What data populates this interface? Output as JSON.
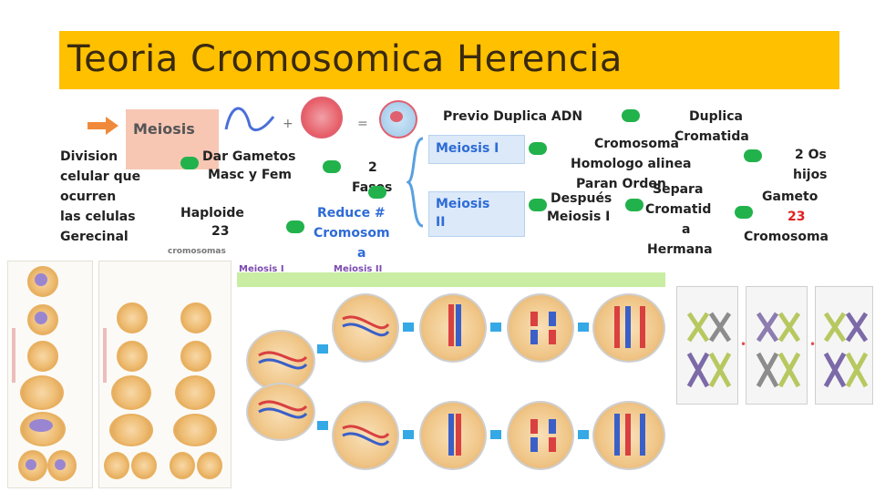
{
  "title": "Teoria Cromosomica Herencia",
  "mind_map": {
    "mitosis_label": "Meiosis",
    "left_desc": [
      "Division",
      "celular que",
      "ocurren",
      "las celulas",
      "Gerecinal"
    ],
    "gametes": [
      "Dar Gametos",
      "Masc y Fem"
    ],
    "phases": [
      "2",
      "Fases"
    ],
    "haploide": [
      "Haploide",
      "23"
    ],
    "haploide_sub": "cromosomas",
    "reduce": [
      "Reduce #",
      "Cromosom",
      "a"
    ],
    "prev": "Previo Duplica ADN",
    "meiosis1": "Meiosis I",
    "meiosis2": [
      "Meiosis",
      "II"
    ],
    "homolog": [
      "Cromosoma",
      "Homologo alinea",
      "Paran Orden"
    ],
    "duplica": [
      "Duplica",
      "Cromatida"
    ],
    "hijos": [
      "2 Os",
      "hijos"
    ],
    "despues": [
      "Después",
      "Meiosis I"
    ],
    "separa": [
      "Separa",
      "Cromatid",
      "a",
      "Hermana"
    ],
    "gameto": [
      "Gameto",
      "23",
      "Cromosoma"
    ]
  },
  "figure_labels": {
    "meiosis1": "Meiosis I",
    "meiosis2": "Meiosis II"
  },
  "colors": {
    "title_bg": "#ffc000",
    "connector_dot": "#22b24c",
    "accent_blue": "#2e6bd6",
    "accent_red": "#e02020",
    "band_green": "#c9eda2"
  }
}
